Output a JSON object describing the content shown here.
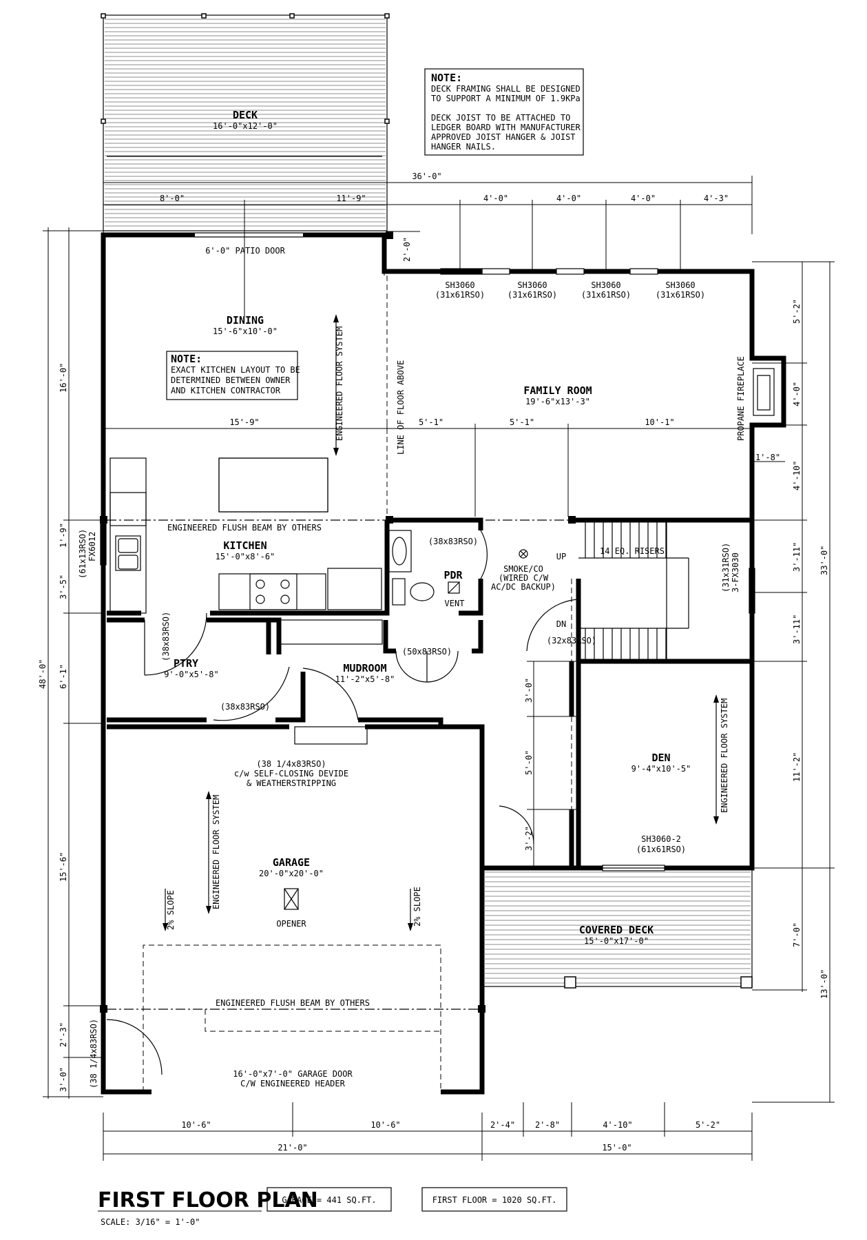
{
  "notes": {
    "deck_note": {
      "title": "NOTE:",
      "lines": [
        "DECK FRAMING SHALL BE DESIGNED",
        "TO SUPPORT A MINIMUM OF 1.9KPa",
        "",
        "DECK JOIST TO BE ATTACHED TO",
        "LEDGER BOARD WITH MANUFACTURER",
        "APPROVED JOIST HANGER & JOIST",
        "HANGER NAILS."
      ]
    },
    "kitchen_note": {
      "title": "NOTE:",
      "lines": [
        "EXACT KITCHEN LAYOUT TO BE",
        "DETERMINED BETWEEN OWNER",
        "AND KITCHEN CONTRACTOR"
      ]
    }
  },
  "rooms": {
    "deck": {
      "name": "DECK",
      "size": "16'-0\"x12'-0\""
    },
    "dining": {
      "name": "DINING",
      "size": "15'-6\"x10'-0\""
    },
    "family": {
      "name": "FAMILY ROOM",
      "size": "19'-6\"x13'-3\""
    },
    "kitchen": {
      "name": "KITCHEN",
      "size": "15'-0\"x8'-6\""
    },
    "pdr": {
      "name": "PDR"
    },
    "ptry": {
      "name": "PTRY",
      "size": "9'-0\"x5'-8\""
    },
    "mudroom": {
      "name": "MUDROOM",
      "size": "11'-2\"x5'-8\""
    },
    "den": {
      "name": "DEN",
      "size": "9'-4\"x10'-5\""
    },
    "garage": {
      "name": "GARAGE",
      "size": "20'-0\"x20'-0\""
    },
    "covered_deck": {
      "name": "COVERED DECK",
      "size": "15'-0\"x17'-0\""
    }
  },
  "labels": {
    "patio_door": "6'-0\" PATIO DOOR",
    "line_of_floor_above": "LINE OF FLOOR ABOVE",
    "eng_floor_system": "ENGINEERED FLOOR SYSTEM",
    "eng_flush_beam": "ENGINEERED FLUSH BEAM BY OTHERS",
    "propane_fireplace": "PROPANE FIREPLACE",
    "smoke_co": [
      "SMOKE/CO",
      "(WIRED C/W",
      "AC/DC BACKUP)"
    ],
    "vent": "VENT",
    "up": "UP",
    "dn": "DN",
    "risers": "14 EQ. RISERS",
    "garage_door_entry": [
      "(38 1/4x83RSO)",
      "c/w SELF-CLOSING DEVIDE",
      "& WEATHERSTRIPPING"
    ],
    "slope": "2% SLOPE",
    "opener": "OPENER",
    "garage_door": [
      "16'-0\"x7'-0\" GARAGE DOOR",
      "C/W ENGINEERED HEADER"
    ]
  },
  "openings": {
    "sh3060": "SH3060",
    "sh3060_rso": "(31x61RSO)",
    "sh3060_2": "SH3060-2",
    "sh3060_2_rso": "(61x61RSO)",
    "fx3030": "3-FX3030",
    "fx3030_rso": "(31x31RSO)",
    "fx6012": "FX6012",
    "fx6012_rso": "(61x13RSO)",
    "pdr_door": "(38x83RSO)",
    "ptry_door": "(38x83RSO)",
    "mud_door": "(38x83RSO)",
    "closet_door": "(50x83RSO)",
    "den_door": "(32x83RSO)",
    "side_door": "(38 1/4x83RSO)"
  },
  "dims": {
    "total_width_top": "36'-0\"",
    "deck_8": "8'-0\"",
    "deck_119": "11'-9\"",
    "w4a": "4'-0\"",
    "w4b": "4'-0\"",
    "w4c": "4'-0\"",
    "w43": "4'-3\"",
    "d20": "2'-0\"",
    "k159": "15'-9\"",
    "f51a": "5'-1\"",
    "f51b": "5'-1\"",
    "f101": "10'-1\"",
    "r52": "5'-2\"",
    "r40": "4'-0\"",
    "r18": "1'-8\"",
    "r410": "4'-10\"",
    "r311a": "3'-11\"",
    "r311b": "3'-11\"",
    "r112": "11'-2\"",
    "r70": "7'-0\"",
    "r330": "33'-0\"",
    "r130": "13'-0\"",
    "l160": "16'-0\"",
    "l19": "1'-9\"",
    "l35": "3'-5\"",
    "l61": "6'-1\"",
    "l480": "48'-0\"",
    "l156": "15'-6\"",
    "l23": "2'-3\"",
    "l30": "3'-0\"",
    "m30": "3'-0\"",
    "m50": "5'-0\"",
    "m32": "3'-2\"",
    "b106a": "10'-6\"",
    "b106b": "10'-6\"",
    "b24": "2'-4\"",
    "b28": "2'-8\"",
    "b410": "4'-10\"",
    "b52": "5'-2\"",
    "b210": "21'-0\"",
    "b150": "15'-0\""
  },
  "title_block": {
    "title": "FIRST FLOOR PLAN",
    "scale": "SCALE: 3/16\" = 1'-0\"",
    "garage_area": "GARAGE = 441 SQ.FT.",
    "floor_area": "FIRST FLOOR = 1020 SQ.FT."
  }
}
